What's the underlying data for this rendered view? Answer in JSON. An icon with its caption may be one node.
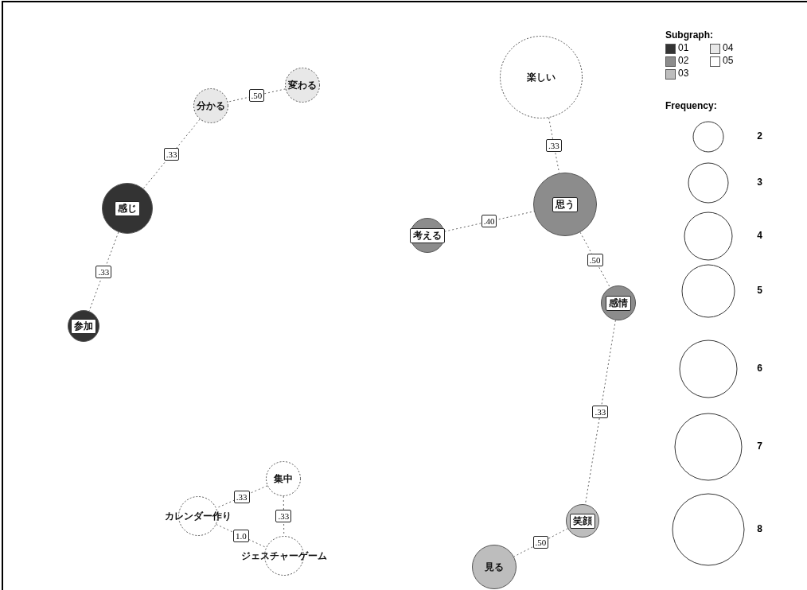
{
  "diagram": {
    "nodes": [
      {
        "text": [
          "変わる"
        ]
      },
      {
        "text": [
          "分かる"
        ]
      },
      {
        "text": [
          "感じ"
        ]
      },
      {
        "text": [
          "参加"
        ]
      },
      {
        "text": [
          "楽しい"
        ]
      },
      {
        "text": [
          "思う"
        ]
      },
      {
        "text": [
          "考える"
        ]
      },
      {
        "text": [
          "感情"
        ]
      },
      {
        "text": [
          "集中"
        ]
      },
      {
        "text": [
          "カレンダー作り"
        ]
      },
      {
        "text": [
          "ジェスチャーゲーム"
        ]
      },
      {
        "text": [
          "笑顔"
        ]
      },
      {
        "text": [
          "見る"
        ]
      }
    ],
    "edges": [
      {
        "from": 0,
        "to": 1,
        "arrow": "none",
        "label": ".50"
      },
      {
        "from": 1,
        "to": 2,
        "arrow": "none",
        "label": ".33"
      },
      {
        "from": 2,
        "to": 3,
        "arrow": "none",
        "label": ".33"
      },
      {
        "from": 4,
        "to": 5,
        "arrow": "none",
        "label": ".33"
      },
      {
        "from": 6,
        "to": 5,
        "arrow": "none",
        "label": ".40"
      },
      {
        "from": 5,
        "to": 7,
        "arrow": "none",
        "label": ".50"
      },
      {
        "from": 7,
        "to": 11,
        "arrow": "none",
        "label": ".33"
      },
      {
        "from": 8,
        "to": 9,
        "arrow": "none",
        "label": ".33"
      },
      {
        "from": 8,
        "to": 10,
        "arrow": "none",
        "label": ".33"
      },
      {
        "from": 9,
        "to": 10,
        "arrow": "none",
        "label": "1.0"
      },
      {
        "from": 11,
        "to": 12,
        "arrow": "none",
        "label": ".50"
      }
    ],
    "labels": [
      "Subgraph:",
      "Frequency:"
    ],
    "legend": [
      {
        "text": "01",
        "color": "#333333"
      },
      {
        "text": "02",
        "color": "#8c8c8c"
      },
      {
        "text": "03",
        "color": "#bdbdbd"
      },
      {
        "text": "04",
        "color": "#e8e8e8"
      },
      {
        "text": "05",
        "color": "#ffffff"
      },
      {
        "text": "2"
      },
      {
        "text": "3"
      },
      {
        "text": "4"
      },
      {
        "text": "5"
      },
      {
        "text": "6"
      },
      {
        "text": "7"
      },
      {
        "text": "8"
      }
    ]
  }
}
